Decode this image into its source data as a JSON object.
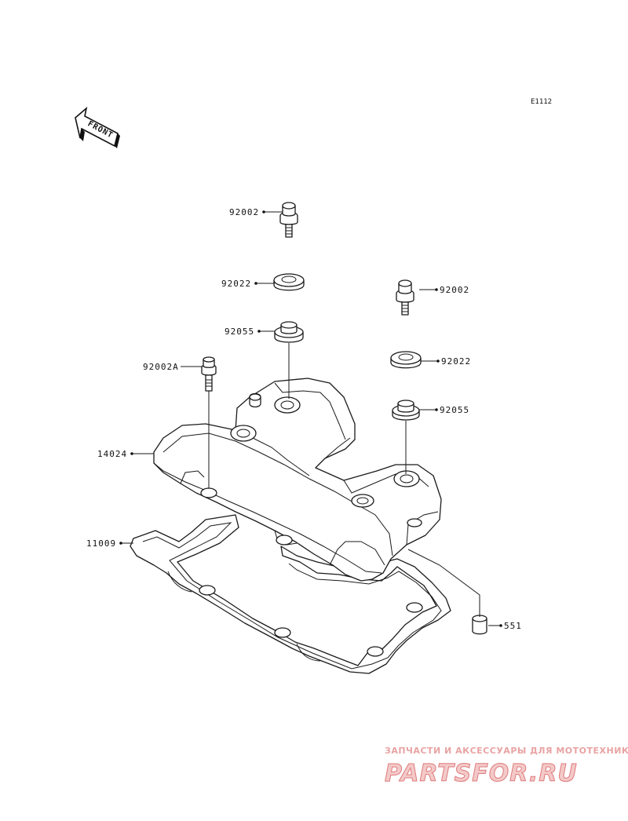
{
  "diagram": {
    "reference_code": "E1112",
    "front_label": "FRONT",
    "callouts": [
      {
        "id": "bolt-left-top",
        "text": "92002"
      },
      {
        "id": "washer-left",
        "text": "92022"
      },
      {
        "id": "grommet-left",
        "text": "92055"
      },
      {
        "id": "bolt-a",
        "text": "92002A"
      },
      {
        "id": "bolt-right",
        "text": "92002"
      },
      {
        "id": "washer-right",
        "text": "92022"
      },
      {
        "id": "grommet-right",
        "text": "92055"
      },
      {
        "id": "cover",
        "text": "14024"
      },
      {
        "id": "gasket",
        "text": "11009"
      },
      {
        "id": "plug",
        "text": "551"
      }
    ]
  },
  "watermark": {
    "tagline": "ЗАПЧАСТИ И АКСЕССУАРЫ ДЛЯ МОТОТЕХНИКИ",
    "brand": "PARTSFOR.RU"
  }
}
